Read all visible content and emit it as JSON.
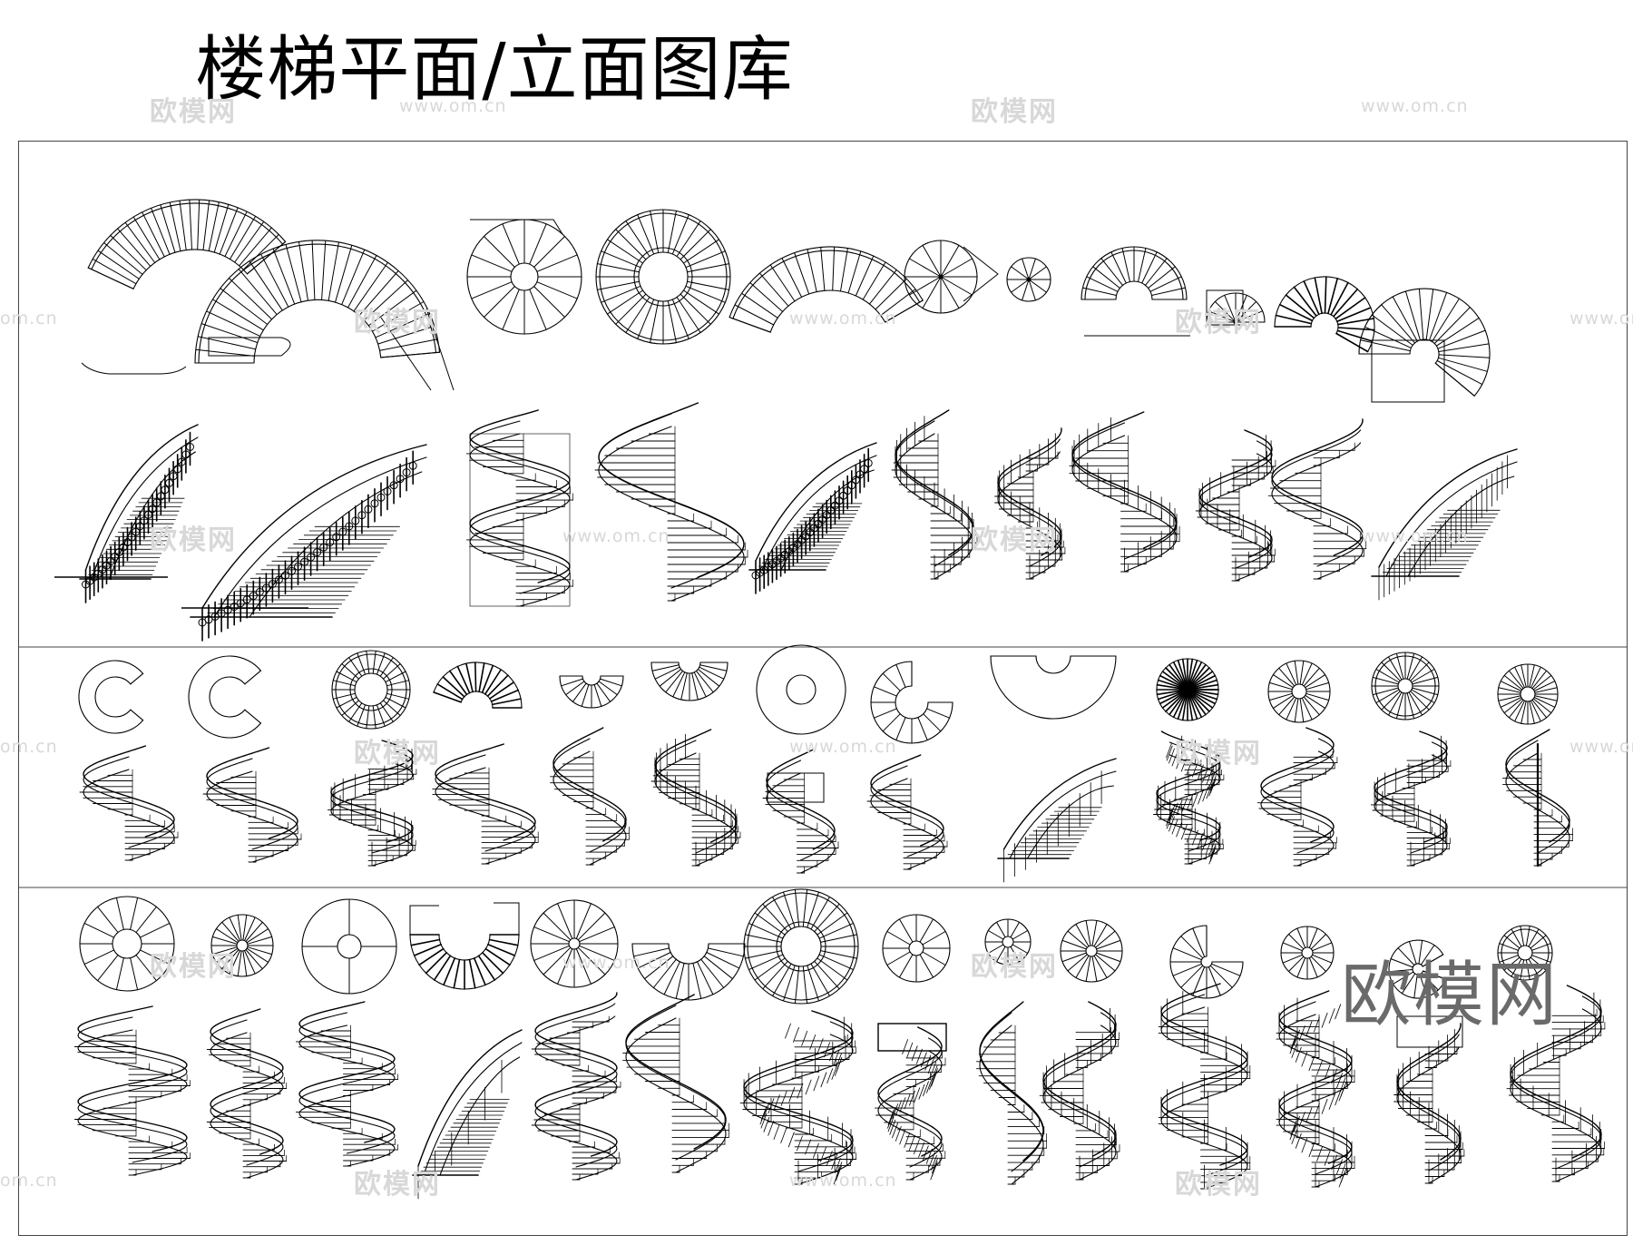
{
  "title": "楼梯平面/立面图库",
  "watermark": {
    "logo": "欧模网",
    "url": "www.om.cn",
    "url_fragment": "om.cn"
  },
  "sections": [
    {
      "name": "section-1",
      "rows": [
        "plans",
        "elevations"
      ]
    },
    {
      "name": "section-2",
      "rows": [
        "plans",
        "elevations"
      ]
    },
    {
      "name": "section-3",
      "rows": [
        "plans",
        "elevations"
      ]
    }
  ],
  "colors": {
    "line": "#000000",
    "background": "#ffffff",
    "watermark": "#d8d8d8"
  }
}
